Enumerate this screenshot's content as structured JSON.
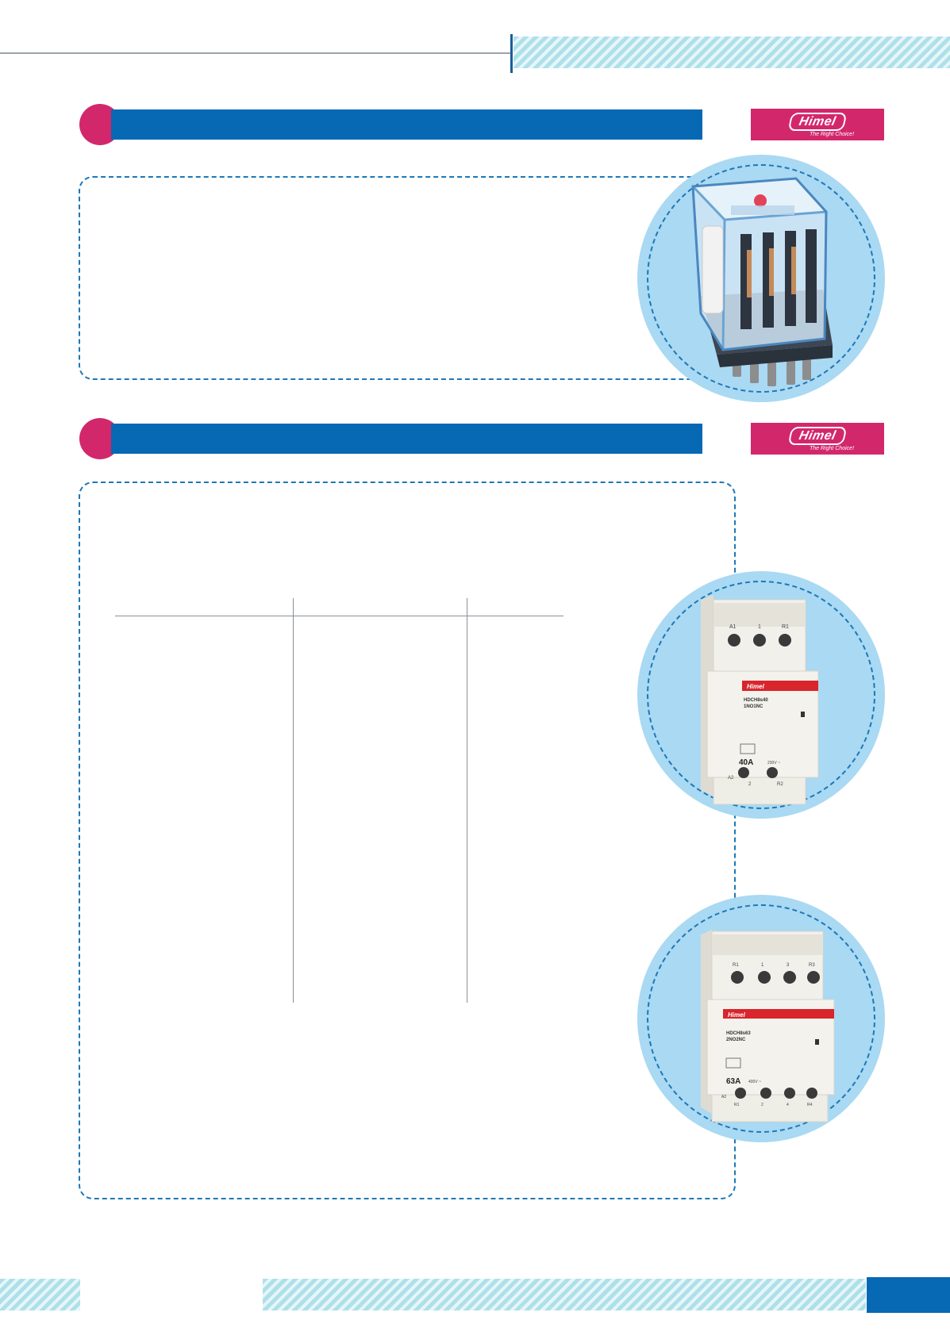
{
  "header": {
    "left_rule": "",
    "right_band": ""
  },
  "sections": [
    {
      "title": "",
      "logo": {
        "word": "Himel",
        "tagline": "The Right Choice!"
      },
      "image_subject": "miniature relay"
    },
    {
      "title": "",
      "logo": {
        "word": "Himel",
        "tagline": "The Right Choice!"
      },
      "image_subject": "modular contactors"
    }
  ],
  "product_images": {
    "contactor_40": {
      "brand": "Himel",
      "model": "HDCH8s40",
      "contacts": "1NO1NC",
      "rating": "40A",
      "voltage": "230V ~",
      "top_terminals": [
        "A1",
        "1",
        "R1"
      ],
      "bottom_terminals": [
        "A2",
        "2",
        "R2"
      ]
    },
    "contactor_63": {
      "brand": "Himel",
      "model": "HDCH8s63",
      "contacts": "2NO2NC",
      "rating": "63A",
      "voltage": "400V ~",
      "top_terminals": [
        "R1",
        "1",
        "3",
        "R3"
      ],
      "bottom_terminals": [
        "A2",
        "R1",
        "2",
        "4",
        "R4"
      ]
    }
  },
  "footer": {
    "page_number": ""
  },
  "colors": {
    "accent_blue": "#0768b4",
    "accent_magenta": "#d3276c",
    "circle_fill": "#a9d9f3",
    "stripe": "#aee0ea",
    "dash": "#1f77b6"
  }
}
